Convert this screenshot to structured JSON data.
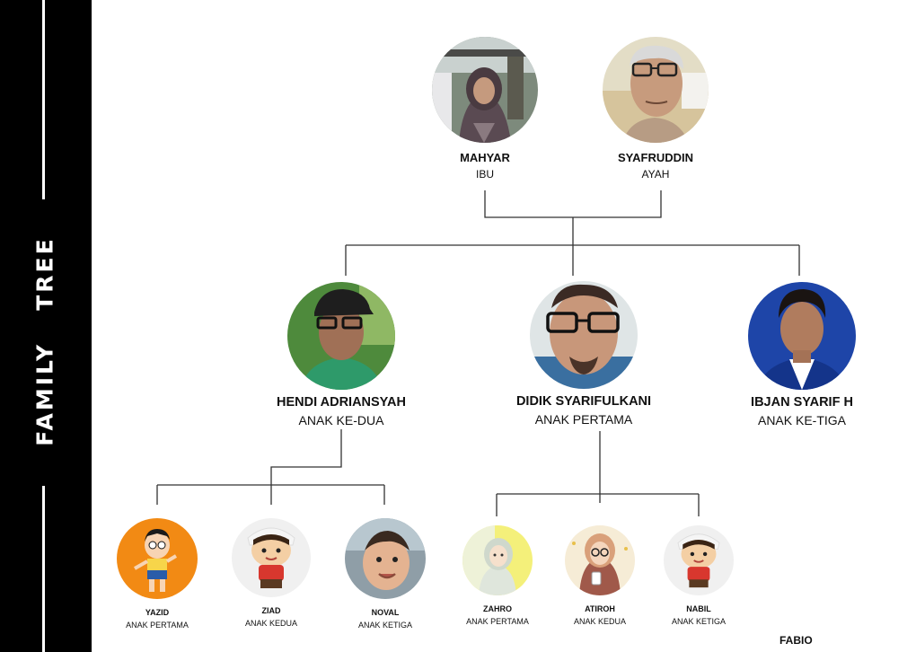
{
  "title": "FAMILY   TREE",
  "parents": [
    {
      "name": "MAHYAR",
      "role": "IBU",
      "photo": "woman-hijab-portrait"
    },
    {
      "name": "SYAFRUDDIN",
      "role": "AYAH",
      "photo": "older-man-glasses-portrait"
    }
  ],
  "children": [
    {
      "name": "HENDI ADRIANSYAH",
      "role": "ANAK KE-DUA",
      "photo": "man-cap-glasses-portrait"
    },
    {
      "name": "DIDIK SYARIFULKANI",
      "role": "ANAK PERTAMA",
      "photo": "man-glasses-selfie-portrait"
    },
    {
      "name": "IBJAN SYARIF H",
      "role": "ANAK KE-TIGA",
      "photo": "young-man-suit-portrait"
    }
  ],
  "grandchildren": [
    {
      "name": "YAZID",
      "role": "ANAK PERTAMA",
      "photo": "cartoon-boy-orange"
    },
    {
      "name": "ZIAD",
      "role": "ANAK KEDUA",
      "photo": "cartoon-boy-red-shirt"
    },
    {
      "name": "NOVAL",
      "role": "ANAK KETIGA",
      "photo": "baby-photo"
    },
    {
      "name": "ZAHRO",
      "role": "ANAK PERTAMA",
      "photo": "cartoon-girl-hijab"
    },
    {
      "name": "ATIROH",
      "role": "ANAK KEDUA",
      "photo": "cartoon-girl-hijab-glasses"
    },
    {
      "name": "NABIL",
      "role": "ANAK KETIGA",
      "photo": "cartoon-boy-red-shirt"
    }
  ],
  "signature": "FABIO"
}
